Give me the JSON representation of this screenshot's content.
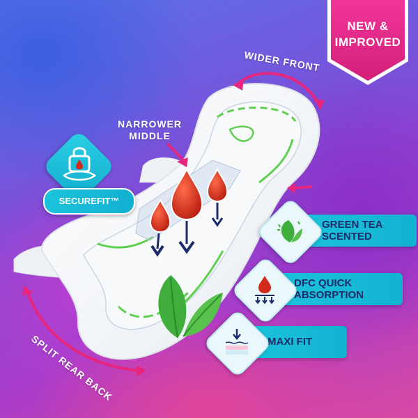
{
  "badge": {
    "line1": "NEW &",
    "line2": "IMPROVED"
  },
  "labels": {
    "wider_front": "WIDER FRONT",
    "narrower_line1": "NARROWER",
    "narrower_line2": "MIDDLE",
    "split_rear": "SPLIT REAR BACK"
  },
  "securefit": {
    "label": "SECUREFIT™",
    "icon": "lock-drop-icon"
  },
  "features": [
    {
      "line1": "GREEN TEA",
      "line2": "SCENTED",
      "icon": "tea-leaf-icon"
    },
    {
      "line1": "DFC QUICK",
      "line2": "ABSORPTION",
      "icon": "drop-arrows-icon"
    },
    {
      "line1": "MAXI FIT",
      "line2": "",
      "icon": "layers-arrow-icon"
    }
  ],
  "colors": {
    "accent_pink": "#e6257e",
    "teal": "#19bcd6",
    "navy_text": "#1d2a6b",
    "drop_red": "#d12a1a",
    "leaf_green": "#3fae3c"
  }
}
